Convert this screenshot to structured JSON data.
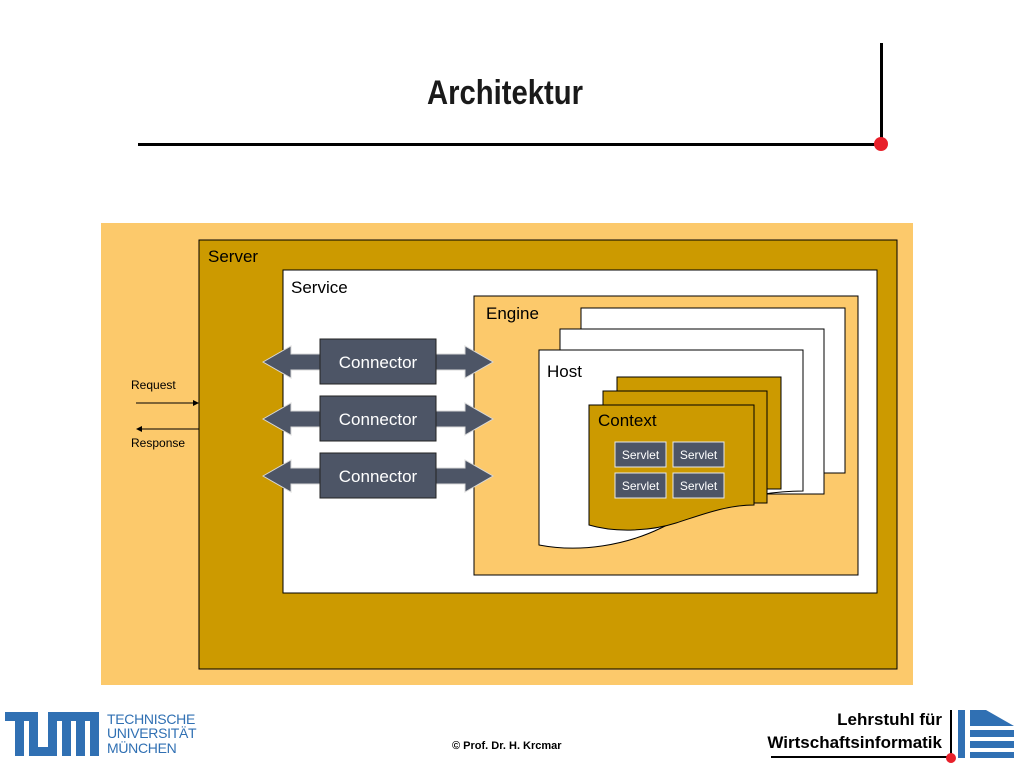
{
  "slide": {
    "title": "Architektur"
  },
  "diagram": {
    "server_label": "Server",
    "service_label": "Service",
    "engine_label": "Engine",
    "host_label": "Host",
    "context_label": "Context",
    "connectors": [
      "Connector",
      "Connector",
      "Connector"
    ],
    "servlets": [
      "Servlet",
      "Servlet",
      "Servlet",
      "Servlet"
    ],
    "request_label": "Request",
    "response_label": "Response",
    "colors": {
      "outer_background": "#fcc96b",
      "server_fill": "#cc9a00",
      "connector_fill": "#4d5566",
      "servlet_fill": "#4d5566",
      "white": "#ffffff"
    }
  },
  "footer": {
    "tum_lines": [
      "TECHNISCHE",
      "UNIVERSITÄT",
      "MÜNCHEN"
    ],
    "copyright": "© Prof. Dr. H. Krcmar",
    "chair_line1": "Lehrstuhl für",
    "chair_line2": "Wirtschaftsinformatik",
    "tum_color": "#3070b3",
    "accent_red": "#e8202a"
  }
}
